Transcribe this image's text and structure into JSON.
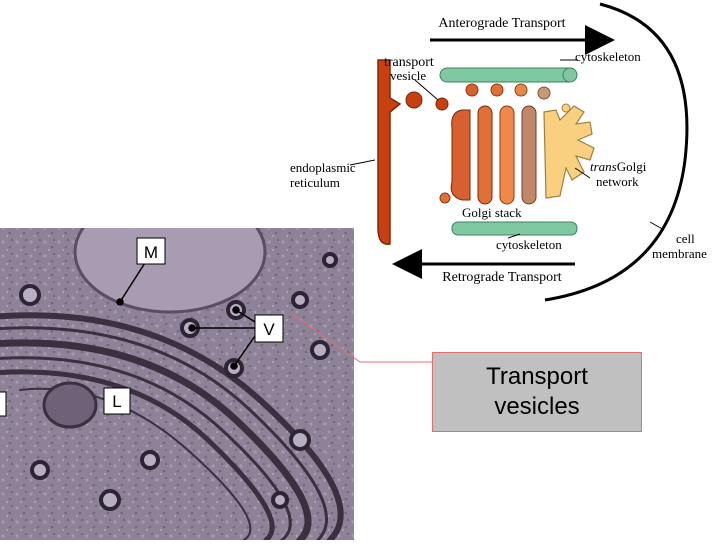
{
  "diagram": {
    "anterograde_label": "Anterograde Transport",
    "retrograde_label": "Retrograde Transport",
    "transport_vesicle_label_line1": "transport",
    "transport_vesicle_label_line2": "vesicle",
    "cytoskeleton_top_label": "cytoskeleton",
    "cytoskeleton_bottom_label": "cytoskeleton",
    "er_label_line1": "endoplasmic",
    "er_label_line2": "reticulum",
    "golgi_stack_label": "Golgi stack",
    "trans_golgi_italic": "trans",
    "trans_golgi_rest": "Golgi",
    "trans_golgi_line2": "network",
    "cell_membrane_line1": "cell",
    "cell_membrane_line2": "membrane"
  },
  "micrograph": {
    "label_m": "M",
    "label_v": "V",
    "label_l": "L"
  },
  "callout": {
    "line1": "Transport",
    "line2": "vesicles"
  },
  "colors": {
    "er": "#c84010",
    "cytoskeleton": "#7fc8a0",
    "golgi_orange": "#f08848",
    "golgi_tan": "#b87858",
    "trans_golgi": "#f8d080",
    "callout_bg": "#c0c0c0"
  }
}
